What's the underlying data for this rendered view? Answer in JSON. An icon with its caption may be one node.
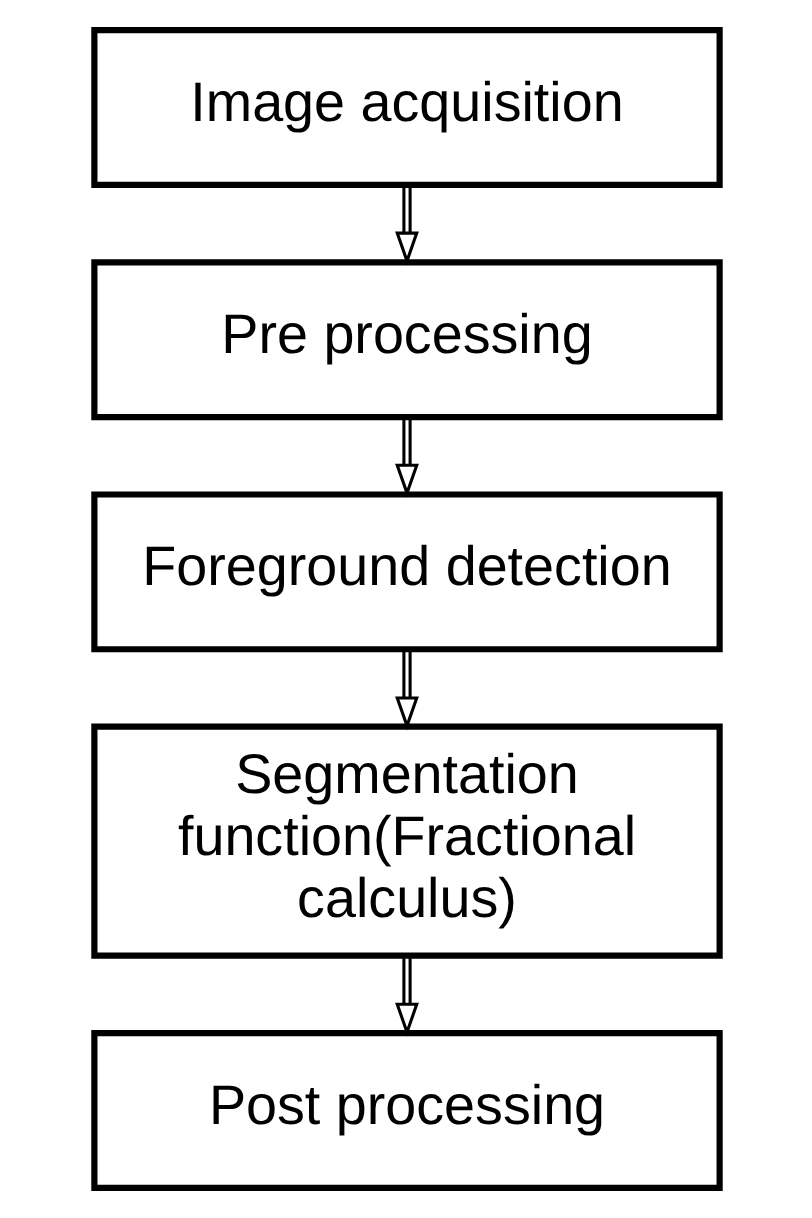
{
  "diagram": {
    "nodes": [
      {
        "text": [
          "Image acquisition"
        ]
      },
      {
        "text": [
          "Pre processing"
        ]
      },
      {
        "text": [
          "Foreground detection"
        ]
      },
      {
        "text": [
          "Segmentation function(Fractional calculus)"
        ]
      },
      {
        "text": [
          "Post processing"
        ]
      }
    ],
    "edges": [
      {
        "from": 0,
        "to": 1,
        "arrow": "to"
      },
      {
        "from": 1,
        "to": 2,
        "arrow": "to"
      },
      {
        "from": 2,
        "to": 3,
        "arrow": "to"
      },
      {
        "from": 3,
        "to": 4,
        "arrow": "to"
      }
    ]
  }
}
